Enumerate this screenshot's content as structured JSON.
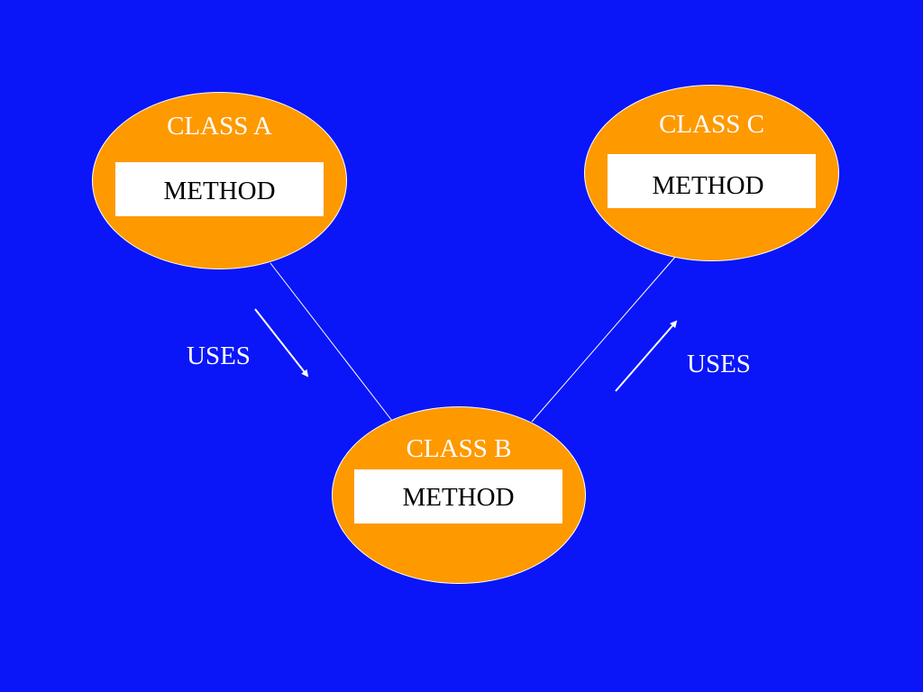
{
  "diagram": {
    "nodes": {
      "class_a": {
        "title": "CLASS A",
        "method": "METHOD"
      },
      "class_b": {
        "title": "CLASS B",
        "method": "METHOD"
      },
      "class_c": {
        "title": "CLASS C",
        "method": "METHOD"
      }
    },
    "relations": [
      {
        "label": "USES",
        "from": "CLASS A",
        "to": "CLASS B"
      },
      {
        "label": "USES",
        "from": "CLASS B",
        "to": "CLASS C"
      }
    ]
  },
  "colors": {
    "background": "#0a16f8",
    "node_fill": "#fe9900",
    "node_outline": "#ffffff",
    "method_box": "#ffffff",
    "connector": "#ffffff",
    "text_light": "#ffffff",
    "text_dark": "#000000"
  }
}
